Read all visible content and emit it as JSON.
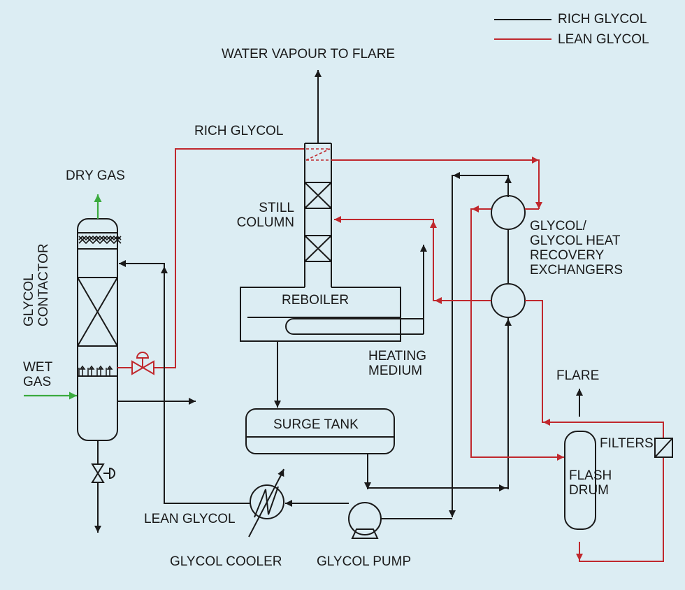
{
  "legend": {
    "rich": {
      "label": "RICH GLYCOL",
      "color": "#1a1a1a"
    },
    "lean": {
      "label": "LEAN GLYCOL",
      "color": "#c0282d"
    }
  },
  "colors": {
    "rich_line": "#1a1a1a",
    "lean_line": "#c0282d",
    "gas_line": "#3aab3e",
    "background": "#dcedf3"
  },
  "labels": {
    "water_vapour": "WATER VAPOUR TO FLARE",
    "rich_glycol": "RICH GLYCOL",
    "dry_gas": "DRY GAS",
    "still_column": "STILL\nCOLUMN",
    "glycol_contactor": "GLYCOL\nCONTACTOR",
    "reboiler": "REBOILER",
    "exchangers": "GLYCOL/\nGLYCOL HEAT\nRECOVERY\nEXCHANGERS",
    "heating_medium": "HEATING\nMEDIUM",
    "wet_gas": "WET\nGAS",
    "surge_tank": "SURGE TANK",
    "flare": "FLARE",
    "filters": "FILTERS",
    "flash_drum": "FLASH\nDRUM",
    "lean_glycol": "LEAN GLYCOL",
    "glycol_cooler": "GLYCOL COOLER",
    "glycol_pump": "GLYCOL PUMP"
  }
}
